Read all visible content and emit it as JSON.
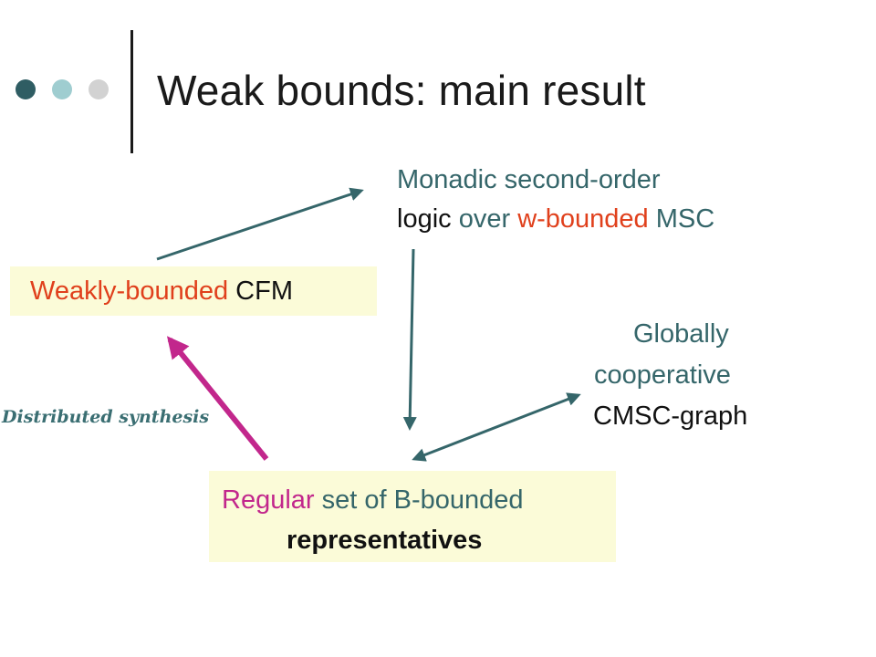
{
  "slide": {
    "title": "Weak bounds: main result",
    "decor_colors": [
      "#2f5d63",
      "#9fcdd0",
      "#d2d2d2"
    ]
  },
  "nodes": {
    "mso": {
      "line1": "Monadic second-order",
      "line2_parts": [
        "logic",
        " over ",
        "w-bounded",
        " MSC"
      ]
    },
    "cfm": {
      "parts": [
        "Weakly-bounded",
        " CFM"
      ]
    },
    "globally": {
      "lines": [
        "Globally",
        "cooperative",
        "CMSC-graph"
      ]
    },
    "regular": {
      "line1_parts": [
        "Regular",
        " set of B-bounded"
      ],
      "line2": "representatives"
    }
  },
  "edge_labels": {
    "synthesis": "Distributed synthesis"
  },
  "colors": {
    "teal": "#35666a",
    "red_accent": "#e0401c",
    "magenta": "#c2278c",
    "box_fill": "#fbfbd8"
  }
}
